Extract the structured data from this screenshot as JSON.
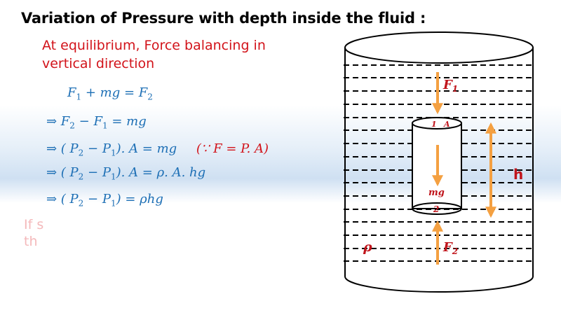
{
  "title": "Variation of Pressure with depth inside the fluid :",
  "subtitle_line1": "At equilibrium, Force balancing in",
  "subtitle_line2": "vertical direction",
  "equations": {
    "e1": {
      "a": "F",
      "a_sub": "1",
      "b": " + mg = F",
      "b_sub": "2",
      "c": ""
    },
    "e2": {
      "a": "⇒ F",
      "a_sub": "2",
      "b": " − F",
      "b_sub": "1",
      "c": " = mg"
    },
    "e3": {
      "a": "⇒ ( P",
      "a_sub": "2",
      "b": " − P",
      "b_sub": "1",
      "c": "). A = mg"
    },
    "e4": {
      "a": "⇒ ( P",
      "a_sub": "2",
      "b": " − P",
      "b_sub": "1",
      "c": "). A = ρ. A. hg"
    },
    "e5": {
      "a": "⇒ ( P",
      "a_sub": "2",
      "b": " − P",
      "b_sub": "1",
      "c": ") = ρhg"
    }
  },
  "note": "(∵  F = P. A)",
  "ghost_text": {
    "line1": "If s",
    "line2": "th"
  },
  "figure": {
    "f1_label": "F",
    "f1_sub": "1",
    "f2_label": "F",
    "f2_sub": "2",
    "top_label_1": "1",
    "top_label_a": "A",
    "mg_label": "mg",
    "bottom_label": "2",
    "h_label": "h",
    "rho_label": "ρ"
  },
  "colors": {
    "title": "#000000",
    "subtitle": "#d2131a",
    "equation": "#1d6fb5",
    "arrow": "#f4a041",
    "label": "#c0141b"
  }
}
